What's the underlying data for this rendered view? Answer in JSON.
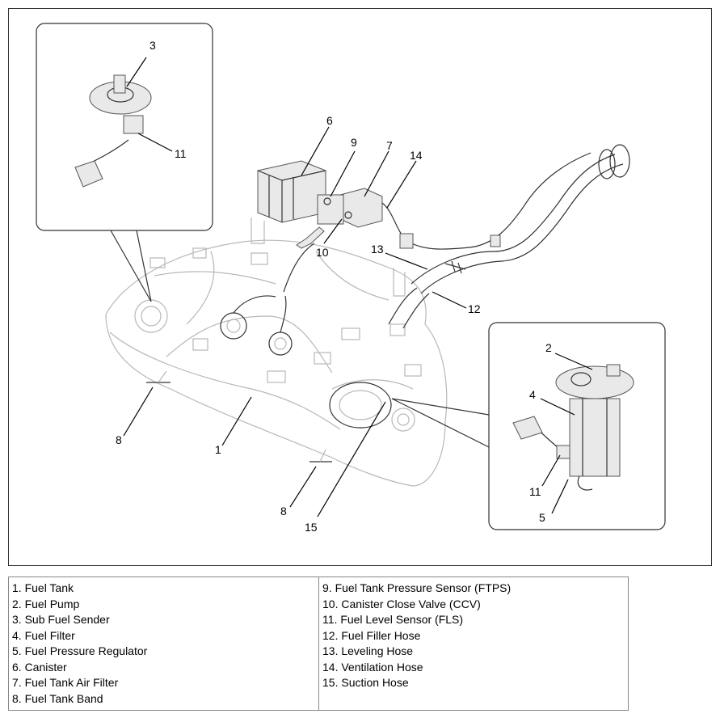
{
  "callouts": {
    "c1": "1",
    "c2": "2",
    "c3": "3",
    "c4": "4",
    "c5": "5",
    "c6": "6",
    "c7": "7",
    "c8a": "8",
    "c8b": "8",
    "c9": "9",
    "c10": "10",
    "c11a": "11",
    "c11b": "11",
    "c12": "12",
    "c13": "13",
    "c14": "14",
    "c15": "15"
  },
  "legend": {
    "left": [
      "1. Fuel Tank",
      "2. Fuel Pump",
      "3. Sub Fuel Sender",
      "4. Fuel Filter",
      "5. Fuel Pressure Regulator",
      "6. Canister",
      "7. Fuel Tank Air Filter",
      "8. Fuel Tank Band"
    ],
    "right": [
      "9. Fuel Tank Pressure Sensor (FTPS)",
      "10. Canister Close Valve (CCV)",
      "11. Fuel Level Sensor (FLS)",
      "12. Fuel Filler Hose",
      "13. Leveling Hose",
      "14. Ventilation Hose",
      "15. Suction Hose"
    ]
  }
}
